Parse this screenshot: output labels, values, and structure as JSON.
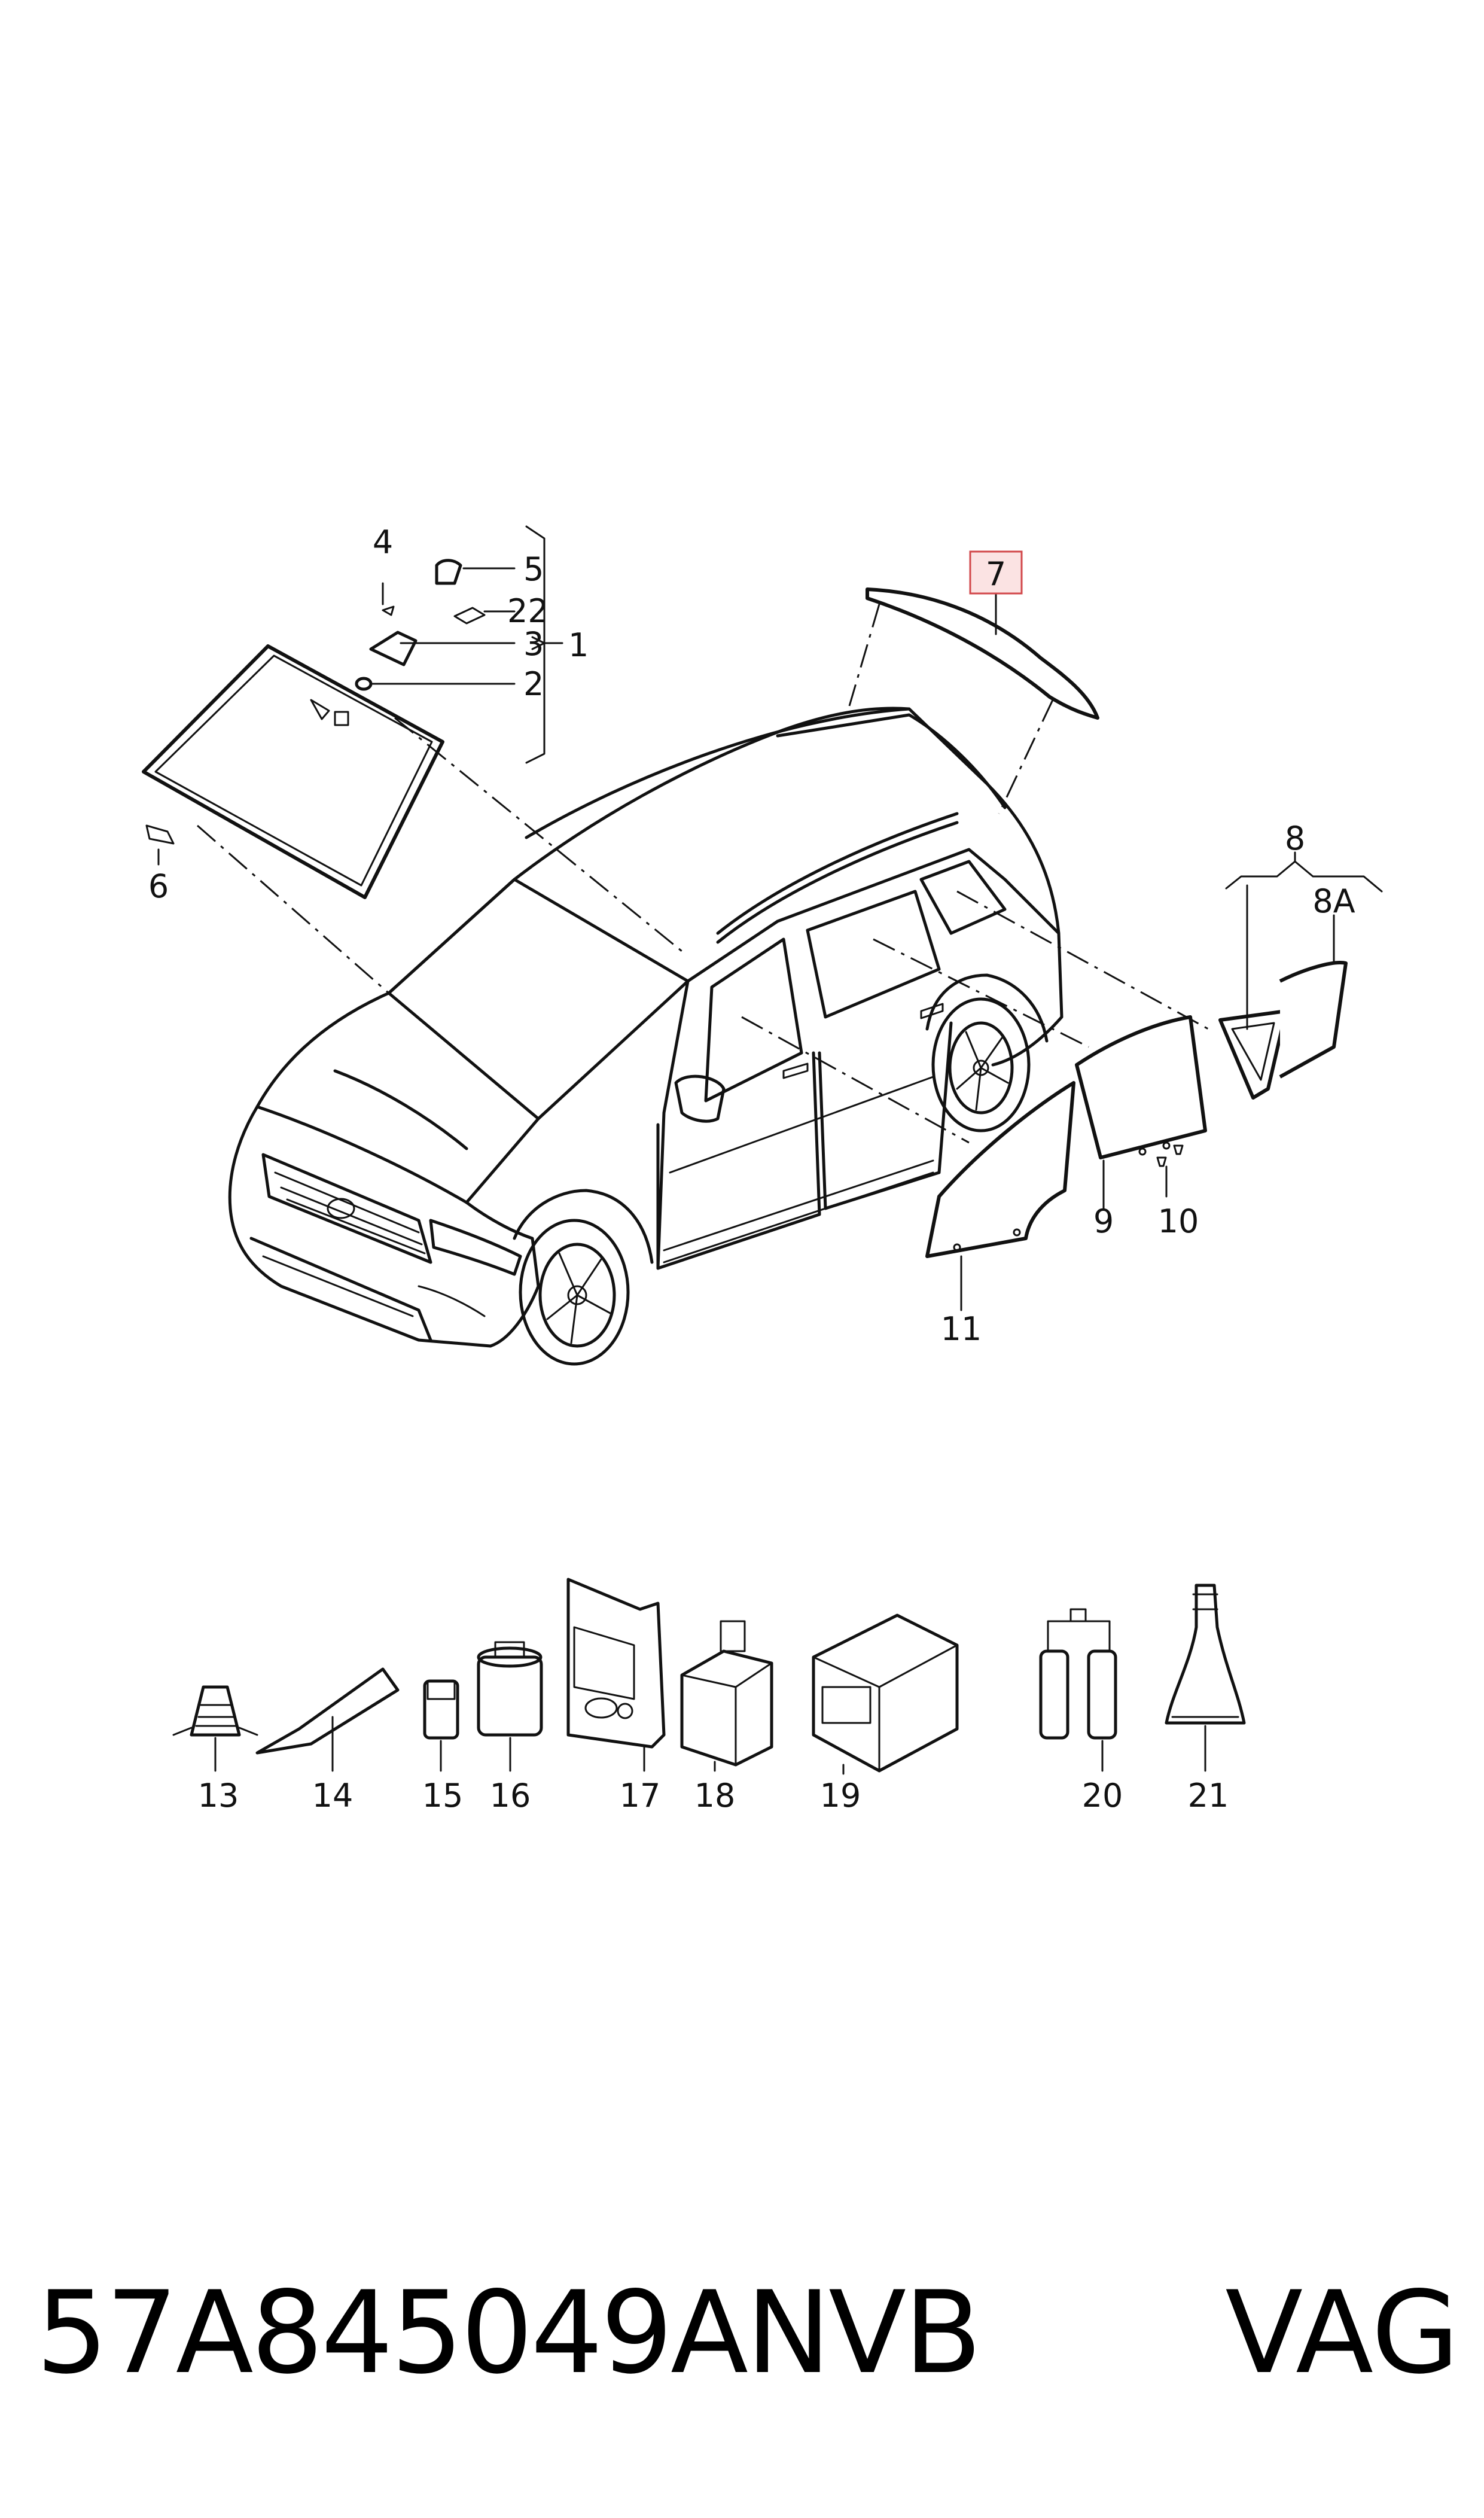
{
  "callouts": {
    "c1": "1",
    "c2": "2",
    "c3": "3",
    "c4": "4",
    "c5": "5",
    "c6": "6",
    "c7": "7",
    "c8": "8",
    "c8a": "8A",
    "c9": "9",
    "c10": "10",
    "c11": "11",
    "c13": "13",
    "c14": "14",
    "c15": "15",
    "c16": "16",
    "c17": "17",
    "c18": "18",
    "c19": "19",
    "c20": "20",
    "c21": "21",
    "c22": "22"
  },
  "highlighted_callout": "7",
  "colors": {
    "highlight_fill": "#fbe3e3",
    "highlight_border": "#d2484b",
    "line": "#111111"
  },
  "footer": {
    "part_number": "57A845049ANVB",
    "brand": "VAG"
  }
}
